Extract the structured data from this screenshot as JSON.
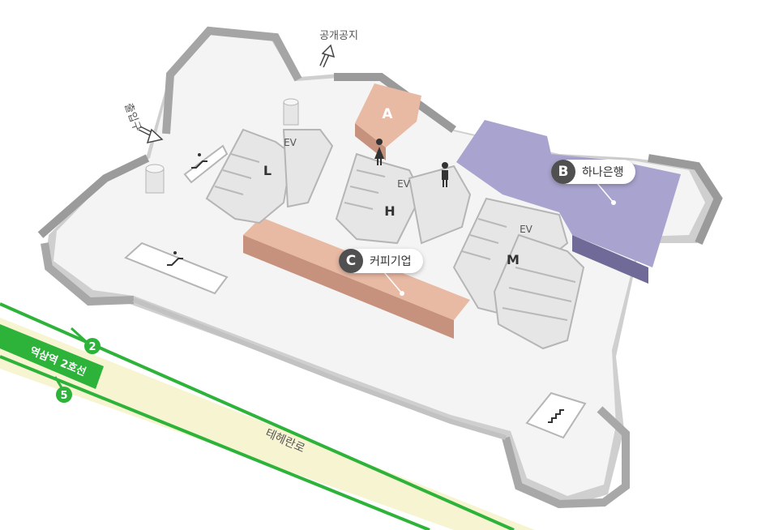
{
  "zones": {
    "A": {
      "label": "A",
      "color": "#e8b9a3"
    },
    "B": {
      "label": "B",
      "name": "하나은행",
      "color": "#a9a4cf"
    },
    "C": {
      "label": "C",
      "name": "커피기업",
      "color": "#e8b9a3"
    }
  },
  "blocks": {
    "L": "L",
    "H": "H",
    "M": "M"
  },
  "elevators": {
    "ev1": "EV",
    "ev2": "EV",
    "ev3": "EV"
  },
  "directions": {
    "exit": "출입구",
    "public_space": "공개공지"
  },
  "transit": {
    "station": "역삼역 2호선",
    "exit_2": "2",
    "exit_5": "5",
    "line_color": "#2db33a"
  },
  "road": {
    "name": "테헤란로",
    "color": "#f7f4d2"
  },
  "icons": [
    "escalator-icon",
    "restroom-female-icon",
    "restroom-male-icon",
    "stairs-icon",
    "arrow-icon"
  ]
}
